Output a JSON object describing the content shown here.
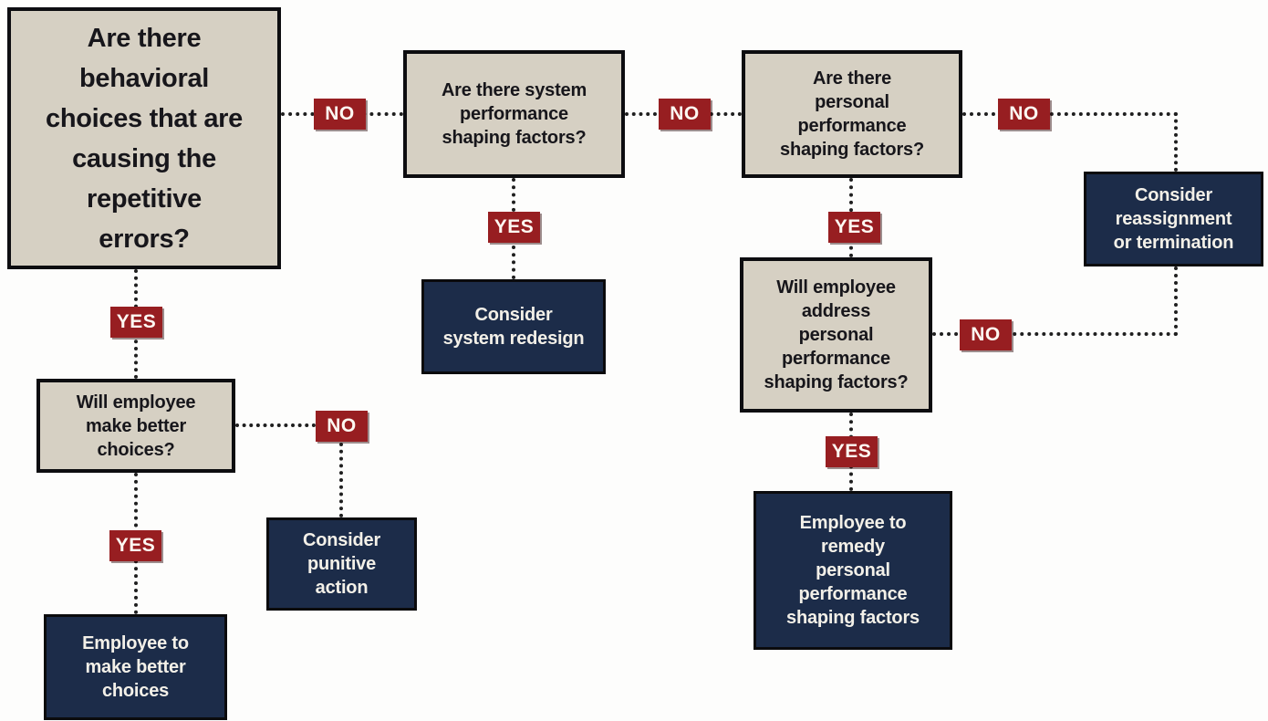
{
  "diagram": {
    "title": "Repetitive errors behavioral decision flowchart",
    "labels": {
      "yes": "YES",
      "no": "NO"
    },
    "colors": {
      "question_fill": "#d6d0c3",
      "question_text": "#17161b",
      "action_fill": "#1c2c49",
      "action_text": "#f3f0e8",
      "badge_fill": "#971e21",
      "badge_text": "#fdf8f2",
      "node_border": "#0d0d10",
      "connector": "#1f1f1f",
      "background": "#fdfdfc"
    },
    "nodes": {
      "q_behavioral": {
        "label": "Are there behavioral choices that are causing the repetitive errors?",
        "type": "question"
      },
      "q_system_psf": {
        "label": "Are there system performance shaping factors?",
        "type": "question"
      },
      "q_personal_psf": {
        "label": "Are there personal performance shaping factors?",
        "type": "question"
      },
      "q_address_psf": {
        "label": "Will employee address personal performance shaping factors?",
        "type": "question"
      },
      "q_better_choices": {
        "label": "Will employee make better choices?",
        "type": "question"
      },
      "a_system_redesign": {
        "label": "Consider system redesign",
        "type": "action"
      },
      "a_reassignment": {
        "label": "Consider reassignment or termination",
        "type": "action"
      },
      "a_punitive": {
        "label": "Consider punitive action",
        "type": "action"
      },
      "a_better_choices": {
        "label": "Employee to make better choices",
        "type": "action"
      },
      "a_remedy_psf": {
        "label": "Employee to remedy personal performance shaping factors",
        "type": "action"
      }
    },
    "edges": [
      {
        "from": "q_behavioral",
        "to": "q_system_psf",
        "answer": "NO"
      },
      {
        "from": "q_behavioral",
        "to": "q_better_choices",
        "answer": "YES"
      },
      {
        "from": "q_system_psf",
        "to": "q_personal_psf",
        "answer": "NO"
      },
      {
        "from": "q_system_psf",
        "to": "a_system_redesign",
        "answer": "YES"
      },
      {
        "from": "q_personal_psf",
        "to": "a_reassignment",
        "answer": "NO"
      },
      {
        "from": "q_personal_psf",
        "to": "q_address_psf",
        "answer": "YES"
      },
      {
        "from": "q_address_psf",
        "to": "a_reassignment",
        "answer": "NO"
      },
      {
        "from": "q_address_psf",
        "to": "a_remedy_psf",
        "answer": "YES"
      },
      {
        "from": "q_better_choices",
        "to": "a_punitive",
        "answer": "NO"
      },
      {
        "from": "q_better_choices",
        "to": "a_better_choices",
        "answer": "YES"
      }
    ]
  }
}
